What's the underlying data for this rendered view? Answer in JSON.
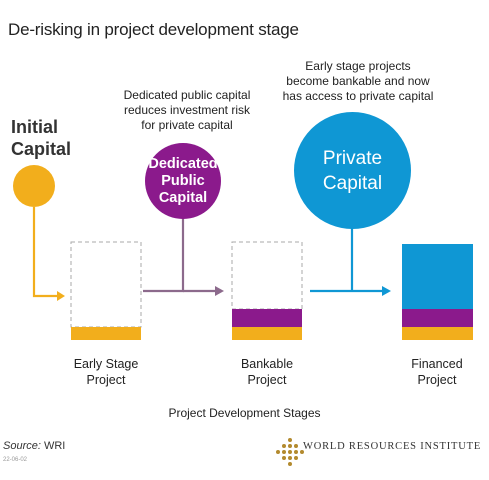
{
  "title": "De-risking in project development stage",
  "notes": {
    "public_capital": [
      "Dedicated public capital",
      "reduces investment risk",
      "for private capital"
    ],
    "private_capital": [
      "Early stage projects",
      "become bankable and now",
      "has access to private capital"
    ]
  },
  "initial_capital": [
    "Initial",
    "Capital"
  ],
  "circles": {
    "dedicated": [
      "Dedicated",
      "Public",
      "Capital"
    ],
    "private": [
      "Private",
      "Capital"
    ]
  },
  "stages": {
    "early": [
      "Early Stage",
      "Project"
    ],
    "bankable": [
      "Bankable",
      "Project"
    ],
    "financed": [
      "Financed",
      "Project"
    ]
  },
  "axis_label": "Project Development Stages",
  "source": {
    "label": "Source:",
    "value": "WRI"
  },
  "code": "22-06-02",
  "logo_text": "WORLD RESOURCES INSTITUTE",
  "colors": {
    "orange": "#f2ae1c",
    "purple": "#8b1a8c",
    "mauve": "#8c6a8c",
    "blue": "#0f97d4",
    "dash": "#aaaaaa"
  }
}
